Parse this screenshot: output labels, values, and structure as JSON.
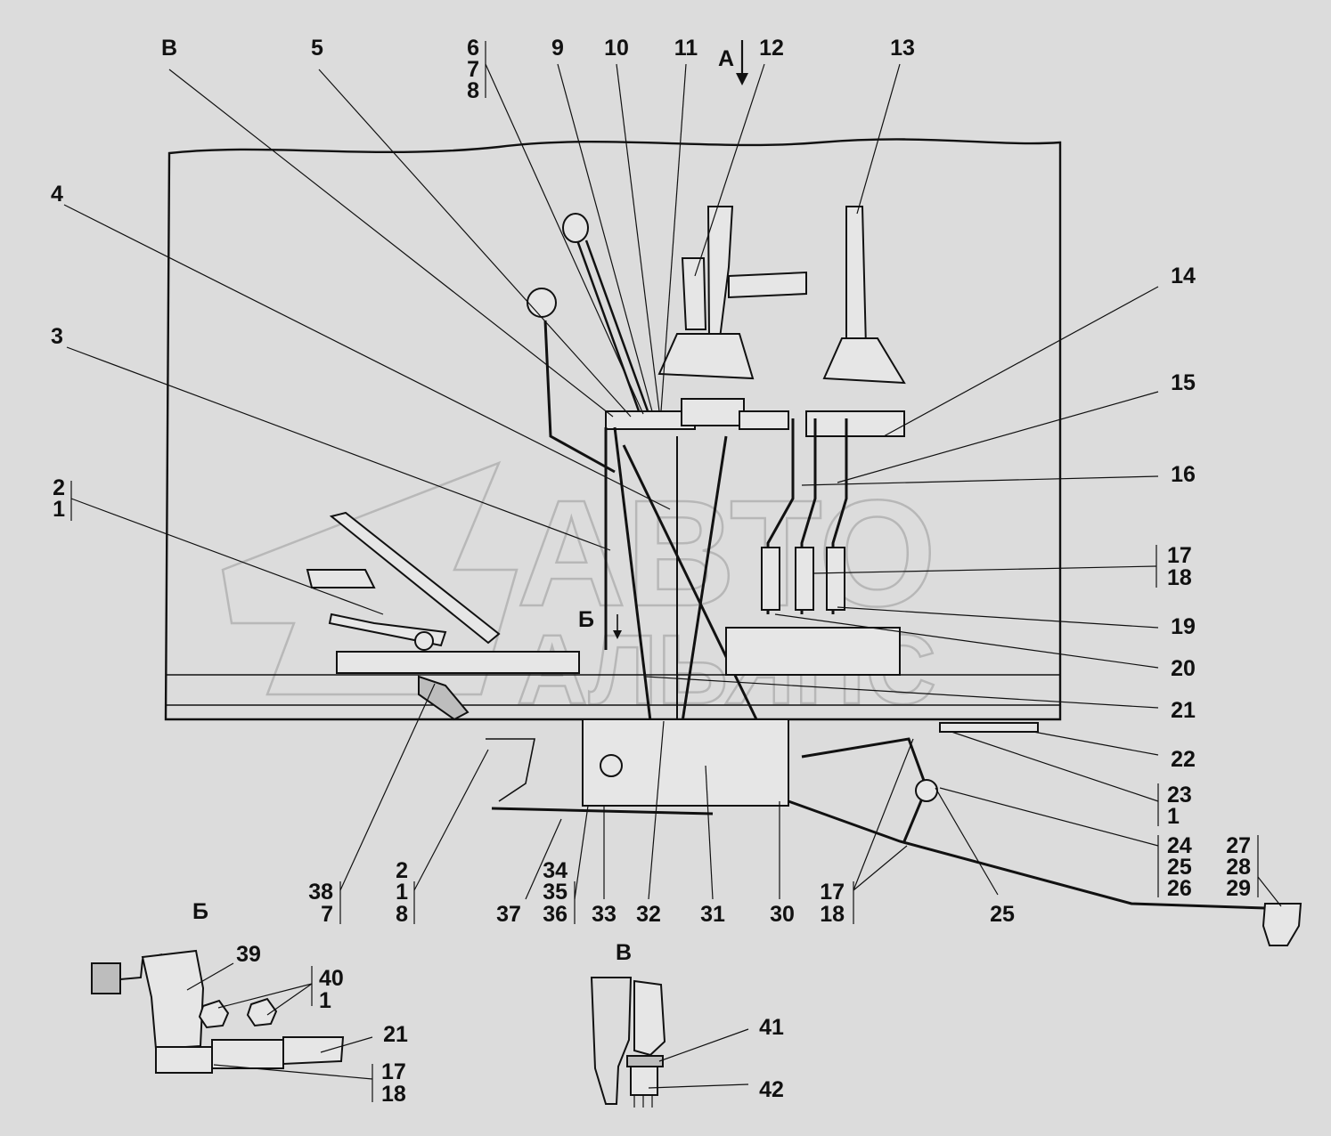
{
  "watermark": {
    "line1": "АВТО",
    "line2": "АЛЬЯНС"
  },
  "callouts": {
    "c_B": "В",
    "c_5": "5",
    "c_6": "6",
    "c_7a": "7",
    "c_8a": "8",
    "c_9": "9",
    "c_10": "10",
    "c_11": "11",
    "c_A": "А",
    "c_12": "12",
    "c_13": "13",
    "c_4": "4",
    "c_3": "3",
    "c_2a": "2",
    "c_1a": "1",
    "c_14": "14",
    "c_15": "15",
    "c_16": "16",
    "c_17a": "17",
    "c_18a": "18",
    "c_19": "19",
    "c_20": "20",
    "c_21a": "21",
    "c_22": "22",
    "c_23": "23",
    "c_1b": "1",
    "c_24": "24",
    "c_25a": "25",
    "c_26": "26",
    "c_27": "27",
    "c_28": "28",
    "c_29": "29",
    "c_Bsmall": "Б",
    "c_38": "38",
    "c_7b": "7",
    "c_2b": "2",
    "c_1c": "1",
    "c_8b": "8",
    "c_34": "34",
    "c_35": "35",
    "c_36": "36",
    "c_37": "37",
    "c_33": "33",
    "c_32": "32",
    "c_31": "31",
    "c_30": "30",
    "c_17b": "17",
    "c_18b": "18",
    "c_25b": "25"
  },
  "detail_b": {
    "title": "Б",
    "c_39": "39",
    "c_40": "40",
    "c_1": "1",
    "c_21": "21",
    "c_17": "17",
    "c_18": "18"
  },
  "detail_v": {
    "title": "В",
    "c_41": "41",
    "c_42": "42"
  }
}
